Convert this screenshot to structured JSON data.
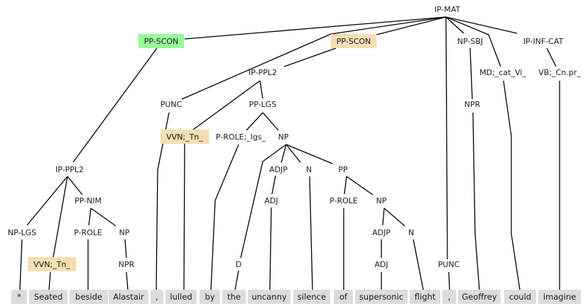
{
  "diagram": {
    "type": "constituency-parse-tree",
    "root": "n0",
    "highlight_colors": {
      "green": "#98fb98",
      "tan": "#f5deb3",
      "token": "#dcdcdc"
    },
    "tokens": [
      "*",
      "Seated",
      "beside",
      "Alastair",
      ",",
      "lulled",
      "by",
      "the",
      "uncanny",
      "silence",
      "of",
      "supersonic",
      "flight",
      ",",
      "Geoffrey",
      "could",
      "imagine"
    ],
    "nodes": [
      {
        "id": "n0",
        "label": "IP-MAT",
        "children": [
          "n1",
          "n2",
          "n3",
          "n4",
          "n5",
          "n6"
        ]
      },
      {
        "id": "n1",
        "label": "PP-SCON",
        "highlight": "green",
        "children": [
          "n7"
        ]
      },
      {
        "id": "n2",
        "label": "PUNC",
        "children": [
          "t4"
        ]
      },
      {
        "id": "n3",
        "label": "PP-SCON",
        "highlight": "tan",
        "children": [
          "n8"
        ]
      },
      {
        "id": "n4",
        "label": "PUNC",
        "children": [
          "t13"
        ]
      },
      {
        "id": "n5",
        "label": "NP-SBJ",
        "children": [
          "n9"
        ]
      },
      {
        "id": "n6",
        "label": "MD;_cat_Vi_",
        "children": [
          "t15"
        ]
      },
      {
        "id": "n10",
        "label": "IP-INF-CAT",
        "children": [
          "n11"
        ]
      },
      {
        "id": "n11",
        "label": "VB;_Cn.pr_",
        "children": [
          "t16"
        ]
      },
      {
        "id": "n9",
        "label": "NPR",
        "children": [
          "t14"
        ]
      },
      {
        "id": "n7",
        "label": "IP-PPL2",
        "children": [
          "n12",
          "n13",
          "n14"
        ]
      },
      {
        "id": "n12",
        "label": "NP-LGS",
        "children": [
          "t0"
        ]
      },
      {
        "id": "n13",
        "label": "VVN;_Tn_",
        "highlight": "tan",
        "children": [
          "t1"
        ]
      },
      {
        "id": "n14",
        "label": "PP-NIM",
        "children": [
          "n15",
          "n16"
        ]
      },
      {
        "id": "n15",
        "label": "P-ROLE",
        "children": [
          "t2"
        ]
      },
      {
        "id": "n16",
        "label": "NP",
        "children": [
          "n17"
        ]
      },
      {
        "id": "n17",
        "label": "NPR",
        "children": [
          "t3"
        ]
      },
      {
        "id": "n8",
        "label": "IP-PPL2",
        "children": [
          "n18",
          "n19"
        ]
      },
      {
        "id": "n18",
        "label": "VVN;_Tn_",
        "highlight": "tan",
        "children": [
          "t5"
        ]
      },
      {
        "id": "n19",
        "label": "PP-LGS",
        "children": [
          "n20",
          "n21"
        ]
      },
      {
        "id": "n20",
        "label": "P-ROLE;_lgs_",
        "children": [
          "t6"
        ]
      },
      {
        "id": "n21",
        "label": "NP",
        "children": [
          "n22",
          "n23",
          "n24",
          "n25"
        ]
      },
      {
        "id": "n22",
        "label": "D",
        "children": [
          "t7"
        ]
      },
      {
        "id": "n23",
        "label": "ADJP",
        "children": [
          "n26"
        ]
      },
      {
        "id": "n26",
        "label": "ADJ",
        "children": [
          "t8"
        ]
      },
      {
        "id": "n24",
        "label": "N",
        "children": [
          "t9"
        ]
      },
      {
        "id": "n25",
        "label": "PP",
        "children": [
          "n27",
          "n28"
        ]
      },
      {
        "id": "n27",
        "label": "P-ROLE",
        "children": [
          "t10"
        ]
      },
      {
        "id": "n28",
        "label": "NP",
        "children": [
          "n29",
          "n30"
        ]
      },
      {
        "id": "n29",
        "label": "ADJP",
        "children": [
          "n31"
        ]
      },
      {
        "id": "n31",
        "label": "ADJ",
        "children": [
          "t11"
        ]
      },
      {
        "id": "n30",
        "label": "N",
        "children": [
          "t12"
        ]
      }
    ]
  }
}
